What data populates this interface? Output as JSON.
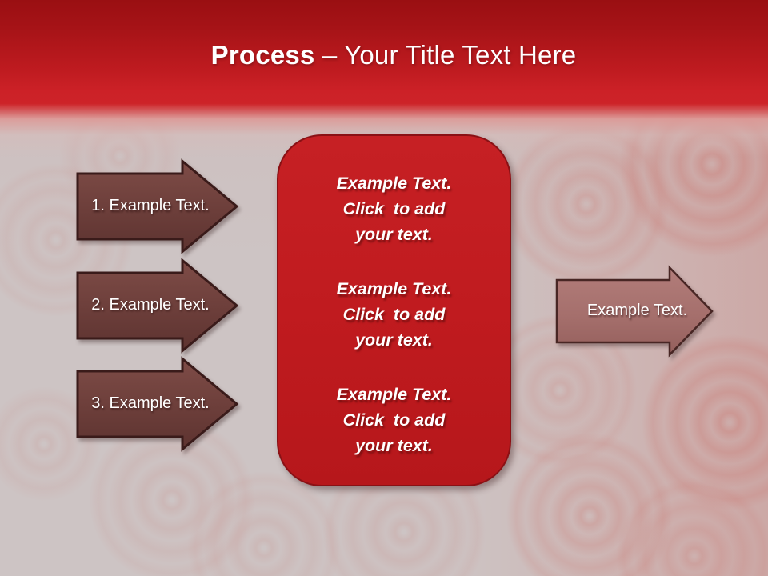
{
  "slide": {
    "title": {
      "emphasis": "Process",
      "rest": " – Your Title Text Here"
    },
    "steps": [
      {
        "label": "1. Example Text."
      },
      {
        "label": "2. Example Text."
      },
      {
        "label": "3. Example Text."
      }
    ],
    "panel": {
      "blocks": [
        "Example Text.\nClick  to add\nyour text.",
        "Example Text.\nClick  to add\nyour text.",
        "Example Text.\nClick  to add\nyour text."
      ]
    },
    "output_arrow": {
      "label": "Example Text."
    },
    "colors": {
      "banner_top": "#9a0f12",
      "banner_main": "#cc2127",
      "step_fill": "#6c3e3a",
      "step_border": "#3a1b1a",
      "output_fill": "#a56f6c",
      "output_border": "#482624",
      "panel_fill": "#c01b1f",
      "panel_border": "#8a1115",
      "text": "#ffffff"
    }
  }
}
